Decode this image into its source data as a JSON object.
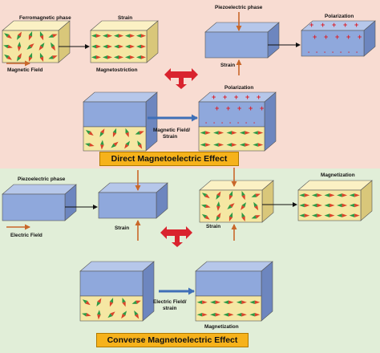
{
  "colors": {
    "top_bg": "#f8dcd2",
    "bottom_bg": "#e1eed8",
    "magnetic_layer": "#f5e7a3",
    "piezo_layer": "#8fa8dc",
    "banner": "#f6b21b",
    "black_arrow": "#111111",
    "orange_arrow": "#c9672a",
    "blue_arrow": "#3f6fb7",
    "red_double_arrow": "#d9232e",
    "green_domain": "#2d9a46",
    "red_domain": "#d9452b",
    "plus_sign": "#d9232e"
  },
  "direct": {
    "banner": "Direct Magnetoelectric Effect",
    "ferromagnetic_phase": "Ferromagnetic phase",
    "strain": "Strain",
    "magnetic_field": "Magnetic Field",
    "magnetostriction": "Magnetostriction",
    "piezoelectric_phase": "Piezoelectric phase",
    "polarization": "Polarization",
    "strain_piezo": "Strain",
    "composite_polarization": "Polarization",
    "magnetic_field_strain_1": "Magnetic Field/",
    "magnetic_field_strain_2": "Strain",
    "plus_symbol": "+",
    "minus_symbol": "-"
  },
  "converse": {
    "banner": "Converse Magnetoelectric Effect",
    "piezoelectric_phase": "Piezoelectric phase",
    "electric_field": "Electric Field",
    "strain_left": "Strain",
    "strain_right": "Strain",
    "magnetization": "Magnetization",
    "electric_field_strain_1": "Electric Field/",
    "electric_field_strain_2": "strain",
    "composite_magnetization": "Magnetization"
  }
}
